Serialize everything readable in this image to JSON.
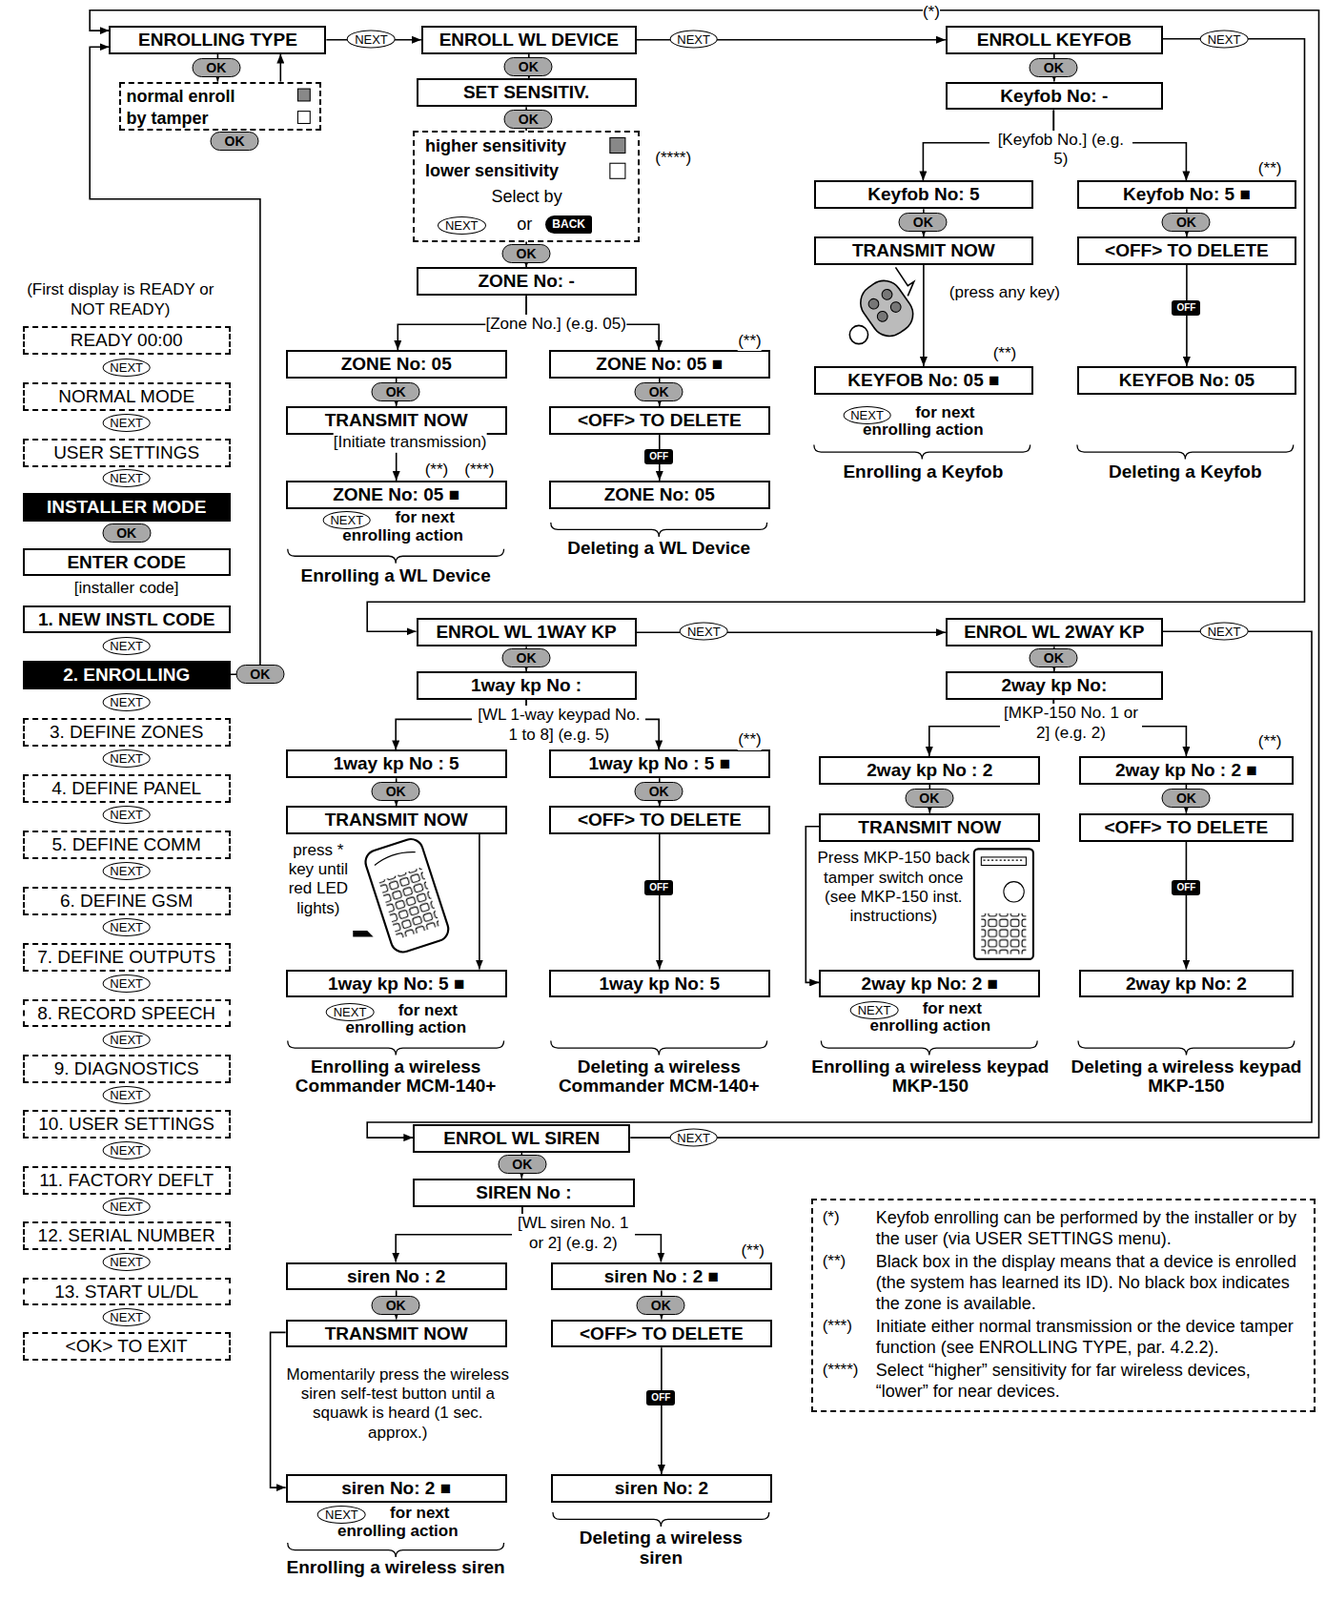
{
  "diagram": {
    "nodes": [
      {
        "text": [
          "ENROLLING TYPE"
        ]
      },
      {
        "text": [
          "normal enroll",
          "by tamper"
        ]
      },
      {
        "text": [
          "ENROLL WL DEVICE"
        ]
      },
      {
        "text": [
          "SET SENSITIV."
        ]
      },
      {
        "text": [
          "higher sensitivity",
          "lower sensitivity",
          "Select by",
          "NEXT",
          "or",
          "BACK"
        ]
      },
      {
        "text": [
          "ZONE No: -"
        ]
      },
      {
        "text": [
          "ZONE No: 05"
        ]
      },
      {
        "text": [
          "TRANSMIT NOW"
        ]
      },
      {
        "text": [
          "ZONE No: 05 ■"
        ]
      },
      {
        "text": [
          "ZONE No: 05 ■"
        ]
      },
      {
        "text": [
          "<OFF> TO DELETE"
        ]
      },
      {
        "text": [
          "ZONE No: 05"
        ]
      },
      {
        "text": [
          "ENROLL KEYFOB"
        ]
      },
      {
        "text": [
          "Keyfob No: -"
        ]
      },
      {
        "text": [
          "Keyfob No: 5"
        ]
      },
      {
        "text": [
          "TRANSMIT NOW"
        ]
      },
      {
        "text": [
          "KEYFOB No: 05 ■"
        ]
      },
      {
        "text": [
          "Keyfob No: 5 ■"
        ]
      },
      {
        "text": [
          "<OFF> TO DELETE"
        ]
      },
      {
        "text": [
          "KEYFOB No: 05"
        ]
      },
      {
        "text": [
          "READY 00:00"
        ]
      },
      {
        "text": [
          "NORMAL MODE"
        ]
      },
      {
        "text": [
          "USER SETTINGS"
        ]
      },
      {
        "text": [
          "INSTALLER MODE"
        ]
      },
      {
        "text": [
          "ENTER CODE"
        ]
      },
      {
        "text": [
          "1. NEW INSTL CODE"
        ]
      },
      {
        "text": [
          "2. ENROLLING"
        ]
      },
      {
        "text": [
          "3. DEFINE ZONES"
        ]
      },
      {
        "text": [
          "4. DEFINE PANEL"
        ]
      },
      {
        "text": [
          "5. DEFINE COMM"
        ]
      },
      {
        "text": [
          "6. DEFINE GSM"
        ]
      },
      {
        "text": [
          "7. DEFINE OUTPUTS"
        ]
      },
      {
        "text": [
          "8. RECORD SPEECH"
        ]
      },
      {
        "text": [
          "9. DIAGNOSTICS"
        ]
      },
      {
        "text": [
          "10. USER SETTINGS"
        ]
      },
      {
        "text": [
          "11. FACTORY DEFLT"
        ]
      },
      {
        "text": [
          "12. SERIAL NUMBER"
        ]
      },
      {
        "text": [
          "13. START UL/DL"
        ]
      },
      {
        "text": [
          "<OK> TO EXIT"
        ]
      },
      {
        "text": [
          "ENROL WL 1WAY KP"
        ]
      },
      {
        "text": [
          "1way kp No :"
        ]
      },
      {
        "text": [
          "1way kp No : 5"
        ]
      },
      {
        "text": [
          "TRANSMIT NOW"
        ]
      },
      {
        "text": [
          "1way kp No: 5 ■"
        ]
      },
      {
        "text": [
          "1way kp No : 5 ■"
        ]
      },
      {
        "text": [
          "<OFF> TO DELETE"
        ]
      },
      {
        "text": [
          "1way kp No: 5"
        ]
      },
      {
        "text": [
          "ENROL WL 2WAY KP"
        ]
      },
      {
        "text": [
          "2way kp No:"
        ]
      },
      {
        "text": [
          "2way kp No : 2"
        ]
      },
      {
        "text": [
          "TRANSMIT NOW"
        ]
      },
      {
        "text": [
          "2way kp No: 2 ■"
        ]
      },
      {
        "text": [
          "2way kp No : 2 ■"
        ]
      },
      {
        "text": [
          "<OFF> TO DELETE"
        ]
      },
      {
        "text": [
          "2way kp No: 2"
        ]
      },
      {
        "text": [
          "ENROL WL SIREN"
        ]
      },
      {
        "text": [
          "SIREN No :"
        ]
      },
      {
        "text": [
          "siren No : 2"
        ]
      },
      {
        "text": [
          "TRANSMIT NOW"
        ]
      },
      {
        "text": [
          "siren No: 2 ■"
        ]
      },
      {
        "text": [
          "siren No : 2 ■"
        ]
      },
      {
        "text": [
          "<OFF> TO DELETE"
        ]
      },
      {
        "text": [
          "siren No: 2"
        ]
      },
      {
        "text": [
          "(*)",
          "Keyfob enrolling can be performed by the installer or by the user (via USER SETTINGS menu).",
          "(**)",
          "Black box in the display means that a device is enrolled (the system has learned its ID). No black box indicates the zone is available.",
          "(***)",
          "Initiate either normal transmission or the device tamper function (see ENROLLING TYPE, par. 4.2.2).",
          "(****)",
          "Select “higher” sensitivity for far wireless devices, “lower” for near devices."
        ]
      }
    ],
    "edges": [
      {
        "from": 0,
        "to": 1,
        "label": "OK",
        "arrow": "to"
      },
      {
        "from": 1,
        "to": 0,
        "arrow": "to"
      },
      {
        "from": 0,
        "to": 2,
        "label": "NEXT",
        "arrow": "to"
      },
      {
        "from": 2,
        "to": 3,
        "label": "OK",
        "arrow": "to"
      },
      {
        "from": 3,
        "to": 4,
        "label": "OK",
        "arrow": "to"
      },
      {
        "from": 4,
        "to": 5,
        "label": "OK",
        "arrow": "to"
      },
      {
        "from": 5,
        "to": 6,
        "arrow": "to"
      },
      {
        "from": 5,
        "to": 9,
        "arrow": "to"
      },
      {
        "from": 6,
        "to": 7,
        "label": "OK",
        "arrow": "to"
      },
      {
        "from": 7,
        "to": 8,
        "label": "[Initiate transmission)",
        "arrow": "to"
      },
      {
        "from": 9,
        "to": 10,
        "label": "OK",
        "arrow": "to"
      },
      {
        "from": 10,
        "to": 11,
        "label": "OFF",
        "arrow": "to"
      },
      {
        "from": 2,
        "to": 12,
        "label": "NEXT",
        "arrow": "to"
      },
      {
        "from": 12,
        "to": 13,
        "label": "OK",
        "arrow": "to"
      },
      {
        "from": 13,
        "to": 14,
        "arrow": "to"
      },
      {
        "from": 13,
        "to": 17,
        "arrow": "to"
      },
      {
        "from": 14,
        "to": 15,
        "label": "OK",
        "arrow": "to"
      },
      {
        "from": 15,
        "to": 16,
        "arrow": "to"
      },
      {
        "from": 17,
        "to": 18,
        "label": "OK",
        "arrow": "to"
      },
      {
        "from": 18,
        "to": 19,
        "label": "OFF",
        "arrow": "to"
      },
      {
        "from": 12,
        "to": 39,
        "label": "NEXT",
        "arrow": "to"
      },
      {
        "from": 39,
        "to": 40,
        "label": "OK",
        "arrow": "to"
      },
      {
        "from": 40,
        "to": 41,
        "arrow": "to"
      },
      {
        "from": 40,
        "to": 44,
        "arrow": "to"
      },
      {
        "from": 41,
        "to": 42,
        "label": "OK",
        "arrow": "to"
      },
      {
        "from": 42,
        "to": 43,
        "arrow": "to"
      },
      {
        "from": 44,
        "to": 45,
        "label": "OK",
        "arrow": "to"
      },
      {
        "from": 45,
        "to": 46,
        "label": "OFF",
        "arrow": "to"
      },
      {
        "from": 39,
        "to": 47,
        "label": "NEXT",
        "arrow": "to"
      },
      {
        "from": 47,
        "to": 48,
        "label": "OK",
        "arrow": "to"
      },
      {
        "from": 48,
        "to": 49,
        "arrow": "to"
      },
      {
        "from": 48,
        "to": 52,
        "arrow": "to"
      },
      {
        "from": 49,
        "to": 50,
        "label": "OK",
        "arrow": "to"
      },
      {
        "from": 50,
        "to": 51,
        "arrow": "to"
      },
      {
        "from": 52,
        "to": 53,
        "label": "OK",
        "arrow": "to"
      },
      {
        "from": 53,
        "to": 54,
        "label": "OFF",
        "arrow": "to"
      },
      {
        "from": 47,
        "to": 55,
        "label": "NEXT",
        "arrow": "to"
      },
      {
        "from": 55,
        "to": 56,
        "label": "OK",
        "arrow": "to"
      },
      {
        "from": 56,
        "to": 57,
        "arrow": "to"
      },
      {
        "from": 56,
        "to": 60,
        "arrow": "to"
      },
      {
        "from": 57,
        "to": 58,
        "label": "OK",
        "arrow": "to"
      },
      {
        "from": 58,
        "to": 59,
        "arrow": "to"
      },
      {
        "from": 60,
        "to": 61,
        "label": "OK",
        "arrow": "to"
      },
      {
        "from": 61,
        "to": 62,
        "label": "OFF",
        "arrow": "to"
      },
      {
        "from": 55,
        "to": 0,
        "label": "NEXT",
        "arrow": "to"
      },
      {
        "from": 26,
        "to": 0,
        "label": "OK",
        "arrow": "to"
      }
    ],
    "labels": [
      "(First display is READY or NOT READY)",
      "NEXT",
      "NEXT",
      "NEXT",
      "OK",
      "[installer code]",
      "NEXT",
      "NEXT",
      "NEXT",
      "NEXT",
      "NEXT",
      "NEXT",
      "NEXT",
      "NEXT",
      "NEXT",
      "NEXT",
      "NEXT",
      "NEXT",
      "NEXT",
      "OK",
      "(****)",
      "(*)",
      "[Zone No.] (e.g. 05)",
      "(**)",
      "(**)",
      "(***)",
      "NEXT",
      "for next enrolling action",
      "Enrolling a WL Device",
      "Deleting a WL Device",
      "[Keyfob No.] (e.g. 5)",
      "(**)",
      "(press any key)",
      "(**)",
      "NEXT",
      "for next enrolling action",
      "Enrolling a Keyfob",
      "Deleting a Keyfob",
      "[WL 1-way keypad No. 1 to 8] (e.g. 5)",
      "(**)",
      "press * key until red LED lights)",
      "NEXT",
      "for next enrolling action",
      "Enrolling a wireless Commander MCM-140+",
      "Deleting a wireless Commander MCM-140+",
      "[MKP-150 No. 1 or 2] (e.g. 2)",
      "(**)",
      "Press MKP-150 back tamper switch once (see MKP-150 inst. instructions)",
      "NEXT",
      "for next enrolling action",
      "Enrolling a wireless keypad MKP-150",
      "Deleting a wireless keypad MKP-150",
      "[WL siren No. 1 or 2] (e.g. 2)",
      "(**)",
      "Momentarily press the wireless siren self-test button until a squawk is heard (1 sec. approx.)",
      "NEXT",
      "for next enrolling action",
      "Enrolling a wireless siren",
      "Deleting a wireless siren"
    ]
  }
}
